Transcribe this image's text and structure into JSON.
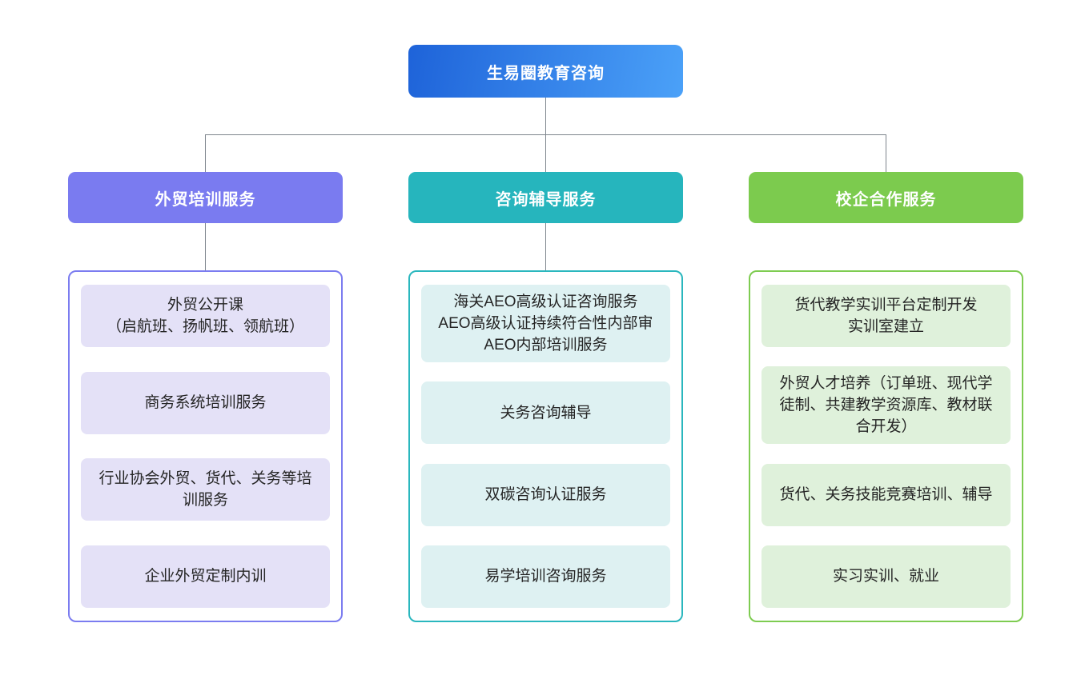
{
  "root": {
    "label": "生易圈教育咨询",
    "gradient_start": "#1E63D9",
    "gradient_end": "#4BA1F8",
    "text_color": "#ffffff"
  },
  "connector_color": "#7E858D",
  "item_text_color": "#252525",
  "branches": [
    {
      "id": "trade-training",
      "label": "外贸培训服务",
      "header_color": "#7A7BF0",
      "border_color": "#7B7CF0",
      "item_bg": "#E4E1F7",
      "items": [
        "外贸公开课\n（启航班、扬帆班、领航班）",
        "商务系统培训服务",
        "行业协会外贸、货代、关务等培训服务",
        "企业外贸定制内训"
      ]
    },
    {
      "id": "consulting-coaching",
      "label": "咨询辅导服务",
      "header_color": "#26B5BD",
      "border_color": "#2AB7BE",
      "item_bg": "#DEF1F2",
      "items": [
        "海关AEO高级认证咨询服务\nAEO高级认证持续符合性内部审\nAEO内部培训服务",
        "关务咨询辅导",
        "双碳咨询认证服务",
        "易学培训咨询服务"
      ]
    },
    {
      "id": "school-enterprise",
      "label": "校企合作服务",
      "header_color": "#7CCB4E",
      "border_color": "#7ECC51",
      "item_bg": "#DFF1DB",
      "items": [
        "货代教学实训平台定制开发\n实训室建立",
        "外贸人才培养（订单班、现代学徒制、共建教学资源库、教材联合开发）",
        "货代、关务技能竞赛培训、辅导",
        "实习实训、就业"
      ]
    }
  ]
}
